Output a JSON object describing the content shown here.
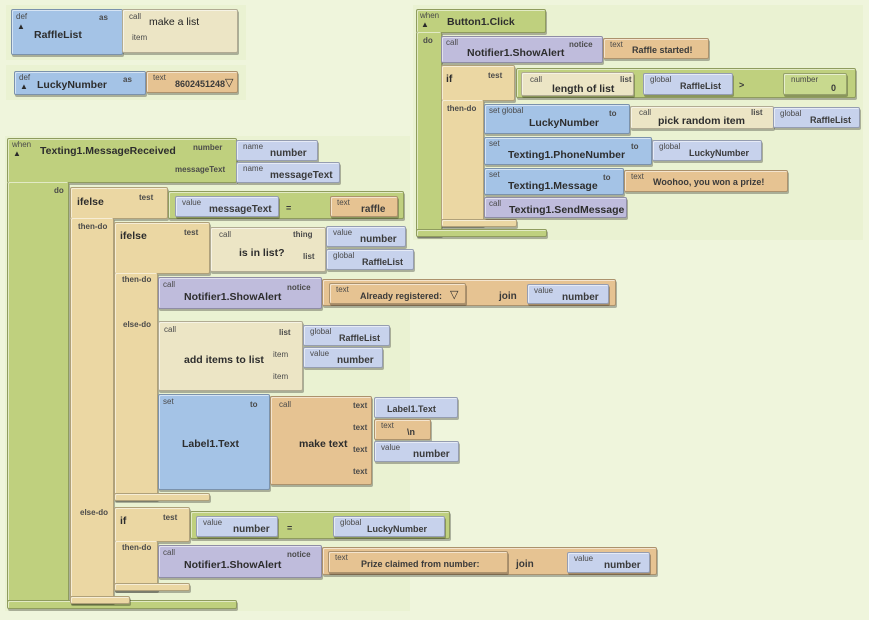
{
  "defs": [
    {
      "kind": "def",
      "name": "RaffleList",
      "as_label": "as",
      "value": {
        "kind": "call",
        "label": "call",
        "name": "make a list",
        "sockets": [
          "item"
        ]
      }
    },
    {
      "kind": "def",
      "name": "LuckyNumber",
      "as_label": "as",
      "value": {
        "kind": "text",
        "label": "text",
        "text": "8602451248"
      }
    }
  ],
  "button_click": {
    "when_label": "when",
    "event": "Button1.Click",
    "do_label": "do",
    "alert": {
      "call_label": "call",
      "name": "Notifier1.ShowAlert",
      "notice_label": "notice",
      "text_label": "text",
      "text": "Raffle started!"
    },
    "if": {
      "label": "if",
      "test_label": "test",
      "then_label": "then-do",
      "cond": {
        "call_label": "call",
        "func": "length of list",
        "list_label": "list",
        "global_label": "global",
        "global": "RaffleList",
        "op": ">",
        "number_label": "number",
        "number": "0"
      },
      "body": [
        {
          "set_label": "set global",
          "target": "LuckyNumber",
          "to_label": "to",
          "call_label": "call",
          "func": "pick random item",
          "list_label": "list",
          "global_label": "global",
          "global": "RaffleList"
        },
        {
          "set_label": "set",
          "target": "Texting1.PhoneNumber",
          "to_label": "to",
          "global_label": "global",
          "global": "LuckyNumber"
        },
        {
          "set_label": "set",
          "target": "Texting1.Message",
          "to_label": "to",
          "text_label": "text",
          "text": "Woohoo, you won a prize!"
        },
        {
          "call_label": "call",
          "name": "Texting1.SendMessage"
        }
      ]
    }
  },
  "message_received": {
    "when_label": "when",
    "event": "Texting1.MessageReceived",
    "params": [
      {
        "label": "number",
        "name_label": "name",
        "name": "number"
      },
      {
        "label": "messageText",
        "name_label": "name",
        "name": "messageText"
      }
    ],
    "do_label": "do",
    "ifelse": {
      "label": "ifelse",
      "test_label": "test",
      "then_label": "then-do",
      "else_label": "else-do",
      "cond": {
        "value_label": "value",
        "value": "messageText",
        "op": "=",
        "text_label": "text",
        "text": "raffle"
      },
      "inner_ifelse": {
        "label": "ifelse",
        "test_label": "test",
        "then_label": "then-do",
        "else_label": "else-do",
        "cond": {
          "call_label": "call",
          "func": "is in list?",
          "thing_label": "thing",
          "value_label": "value",
          "value": "number",
          "list_label": "list",
          "global_label": "global",
          "global": "RaffleList"
        },
        "then_alert": {
          "call_label": "call",
          "name": "Notifier1.ShowAlert",
          "notice_label": "notice",
          "text_label": "text",
          "text": "Already registered:",
          "join": "join",
          "value_label": "value",
          "value": "number"
        },
        "else_add": {
          "call_label": "call",
          "func": "add items to list",
          "list_label": "list",
          "global_label": "global",
          "global": "RaffleList",
          "item_label": "item",
          "value_label": "value",
          "value": "number",
          "item2_label": "item"
        },
        "else_set": {
          "set_label": "set",
          "target": "Label1.Text",
          "to_label": "to",
          "call_label": "call",
          "func": "make text",
          "text_label": "text",
          "args": [
            {
              "kind": "component",
              "value": "Label1.Text"
            },
            {
              "kind": "text",
              "label": "text",
              "value": "\\n"
            },
            {
              "kind": "value",
              "label": "value",
              "value": "number"
            }
          ]
        }
      },
      "else_if": {
        "label": "if",
        "test_label": "test",
        "then_label": "then-do",
        "cond": {
          "value_label": "value",
          "value": "number",
          "op": "=",
          "global_label": "global",
          "global": "LuckyNumber"
        },
        "alert": {
          "call_label": "call",
          "name": "Notifier1.ShowAlert",
          "notice_label": "notice",
          "text_label": "text",
          "text": "Prize claimed from number:",
          "join": "join",
          "value_label": "value",
          "value": "number"
        }
      }
    }
  },
  "icons": {
    "collapse": "▲",
    "dropdown": "▽"
  }
}
